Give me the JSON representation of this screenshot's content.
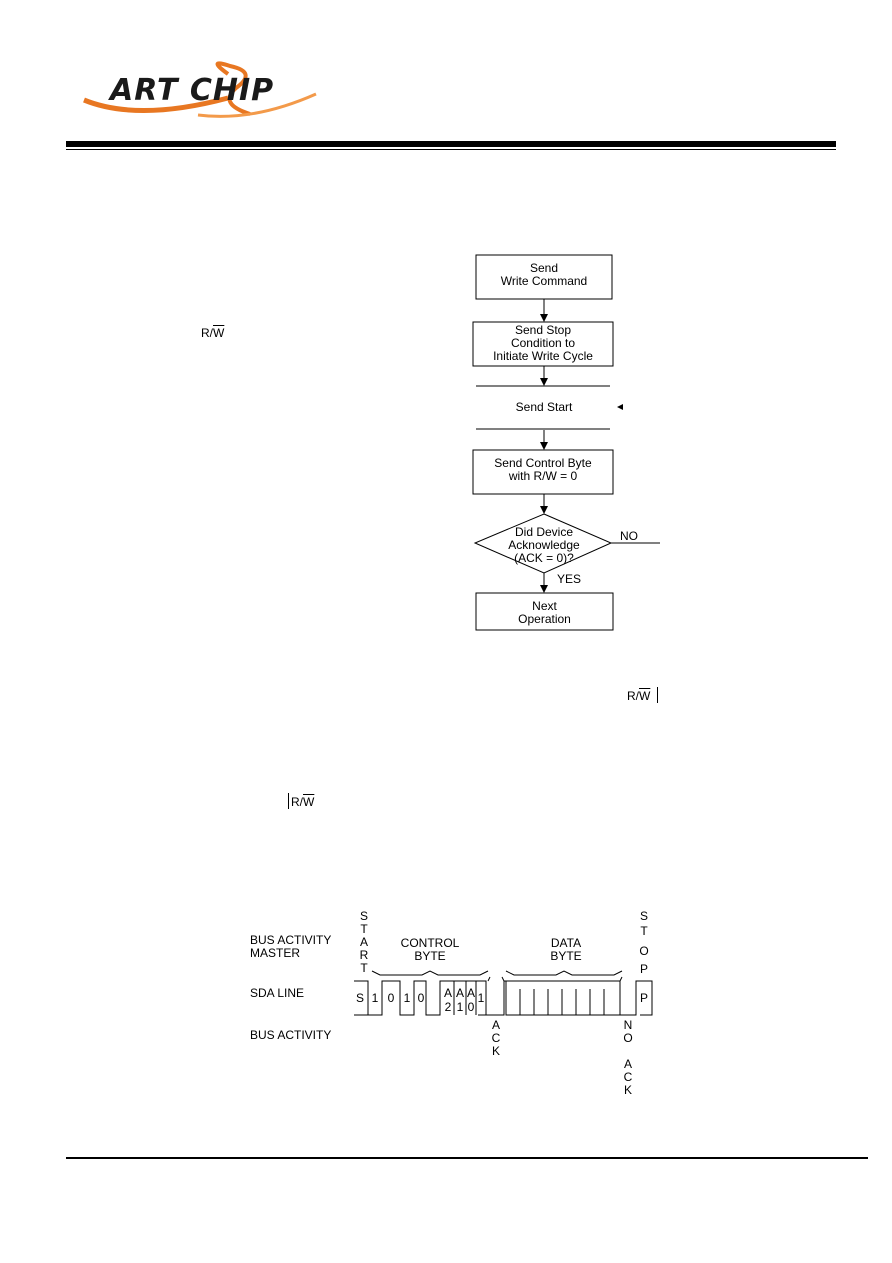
{
  "header": {
    "logo_text": "ART CHIP"
  },
  "rw_marks": {
    "mark1": "R/W",
    "mark2": "R/W",
    "mark3": "R/W"
  },
  "flowchart": {
    "box1": [
      "Send",
      "Write Command"
    ],
    "box2": [
      "Send Stop",
      "Condition to",
      "Initiate Write Cycle"
    ],
    "box3": "Send Start",
    "box4": [
      "Send Control Byte",
      "with R/W = 0"
    ],
    "diamond": [
      "Did Device",
      "Acknowledge",
      "(ACK = 0)?"
    ],
    "no_label": "NO",
    "yes_label": "YES",
    "box5": [
      "Next",
      "Operation"
    ]
  },
  "bus": {
    "label_master": [
      "BUS ACTIVITY",
      "MASTER"
    ],
    "label_sda": "SDA LINE",
    "label_activity": "BUS ACTIVITY",
    "start_letters": [
      "S",
      "T",
      "A",
      "R",
      "T"
    ],
    "stop_letters": [
      "S",
      "T",
      "O",
      "P"
    ],
    "control_byte": [
      "CONTROL",
      "BYTE"
    ],
    "data_byte": [
      "DATA",
      "BYTE"
    ],
    "bits": [
      "S",
      "1",
      "0",
      "1",
      "0",
      "A",
      "2",
      "A",
      "1",
      "A",
      "0",
      "1",
      "P"
    ],
    "ack_letters": [
      "A",
      "C",
      "K"
    ],
    "noack_letters": [
      "N",
      "O",
      "A",
      "C",
      "K"
    ]
  }
}
